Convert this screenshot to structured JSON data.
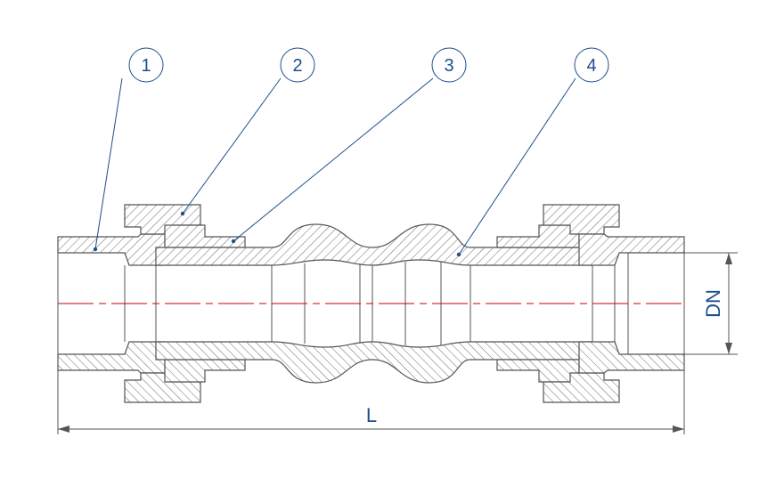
{
  "callouts": [
    {
      "number": "1"
    },
    {
      "number": "2"
    },
    {
      "number": "3"
    },
    {
      "number": "4"
    }
  ],
  "dimensions": {
    "length_label": "L",
    "diameter_label": "DN"
  },
  "colors": {
    "outline": "#555555",
    "hatch": "#6b6b6b",
    "leader": "#1f4e8c",
    "centerline": "#cc0000"
  }
}
